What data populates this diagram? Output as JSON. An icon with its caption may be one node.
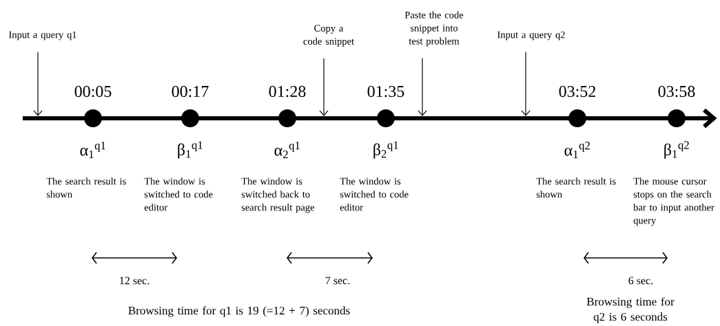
{
  "diagram": {
    "nodes": [
      {
        "text": [
          "Input a query q1"
        ]
      },
      {
        "text": [
          "Copy a code snippet"
        ]
      },
      {
        "text": [
          "Paste the code snippet into test problem"
        ]
      },
      {
        "text": [
          "Input a query q2"
        ]
      },
      {
        "text": [],
        "shape": "bar"
      },
      {
        "text": [],
        "shape": "circle",
        "in": 4,
        "beside": [
          "00:05",
          "α$_{1}$$^{q1}$",
          "The search result is shown"
        ]
      },
      {
        "text": [],
        "shape": "circle",
        "in": 4,
        "beside": [
          "00:17",
          "β$_{1}$$^{q1}$",
          "The window is switched to code editor"
        ]
      },
      {
        "text": [],
        "shape": "circle",
        "in": 4,
        "beside": [
          "01:28",
          "α$_{2}$$^{q1}$",
          "The window is switched back to search result page"
        ]
      },
      {
        "text": [],
        "shape": "circle",
        "in": 4,
        "beside": [
          "01:35",
          "β$_{2}$$^{q1}$",
          "The window is switched to code editor"
        ]
      },
      {
        "text": [],
        "shape": "circle",
        "in": 4,
        "beside": [
          "03:52",
          "α$_{1}$$^{q2}$",
          "The search result is shown"
        ]
      },
      {
        "text": [],
        "shape": "circle",
        "in": 4,
        "beside": [
          "03:58",
          "β$_{1}$$^{q2}$",
          "The mouse cursor stops on the search bar to input another query"
        ]
      }
    ],
    "edges": [
      {
        "from": 0,
        "to": 4,
        "arrow": "to"
      },
      {
        "from": 1,
        "to": 4,
        "arrow": "to"
      },
      {
        "from": 2,
        "to": 4,
        "arrow": "to"
      },
      {
        "from": 3,
        "to": 4,
        "arrow": "to"
      }
    ],
    "labels": [
      "12 sec.",
      "7 sec.",
      "6 sec.",
      "Browsing time for q1 is 19 (=12 + 7) seconds",
      "Browsing time for q2 is 6 seconds"
    ]
  }
}
